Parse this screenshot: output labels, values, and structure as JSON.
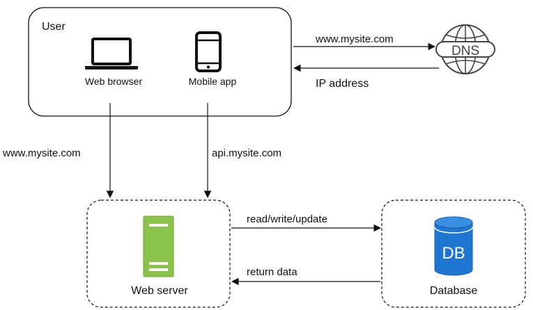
{
  "user_group": {
    "title": "User",
    "web_browser": "Web browser",
    "mobile_app": "Mobile app"
  },
  "dns": {
    "icon_text": "DNS",
    "request_label": "www.mysite.com",
    "response_label": "IP address"
  },
  "flows": {
    "browser_to_server": "www.mysite.com",
    "app_to_server": "api.mysite.com",
    "server_to_db": "read/write/update",
    "db_to_server": "return data"
  },
  "web_server": {
    "label": "Web server"
  },
  "database": {
    "icon_text": "DB",
    "label": "Database"
  },
  "colors": {
    "server_green": "#8bc34a",
    "server_green_dark": "#6f9e3b",
    "db_blue": "#1f76d0",
    "db_blue_dark": "#1560ad",
    "stroke": "#111111"
  }
}
